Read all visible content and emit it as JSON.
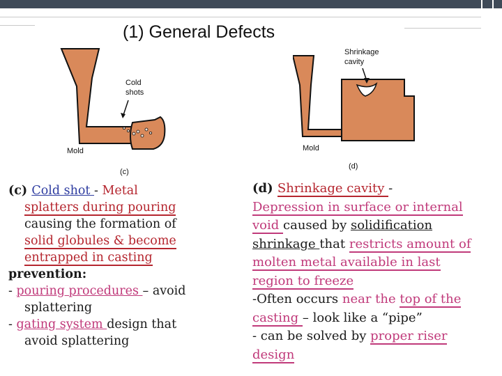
{
  "slide": {
    "title": "(1) General Defects"
  },
  "figure_c": {
    "cold_shots_label_1": "Cold",
    "cold_shots_label_2": "shots",
    "mold_label": "Mold",
    "caption": "(c)"
  },
  "figure_d": {
    "shrinkage_label_1": "Shrinkage",
    "shrinkage_label_2": "cavity",
    "mold_label": "Mold",
    "caption": "(d)"
  },
  "left_text": {
    "prefix": "(c) ",
    "term": "Cold shot ",
    "dash": "- ",
    "line1_rest": "Metal",
    "line2": "splatters during pouring",
    "line3": "causing the formation of",
    "line4": "solid globules & become",
    "line5": "entrapped in casting ",
    "prevention": "prevention:",
    "item1_dash": "- ",
    "item1_a": "pouring procedures ",
    "item1_b": "– avoid",
    "item1_c": "splattering",
    "item2_dash": "- ",
    "item2_a": "gating system ",
    "item2_b": "design that",
    "item2_c": "avoid splattering"
  },
  "right_text": {
    "prefix": "(d) ",
    "term": "Shrinkage cavity ",
    "dash": "-",
    "l1": "Depression in surface or internal",
    "l2_a": "void ",
    "l2_b": "caused by ",
    "l2_c": "solidification",
    "l3_a": "shrinkage ",
    "l3_b": "that ",
    "l3_c": "restricts amount of",
    "l4": "molten metal available in last",
    "l5": "region to freeze ",
    "l6_a": "-Often occurs ",
    "l6_b": "near the ",
    "l6_c": "top of the",
    "l7_a": "casting ",
    "l7_b": "– look like a “pipe”",
    "l8_a": "- can be solved by ",
    "l8_b": "proper riser",
    "l9": "design"
  },
  "colors": {
    "mold_fill": "#d9895a",
    "mold_stroke": "#111111",
    "header_bar": "#3f4a58",
    "accent_red": "#b5252e",
    "accent_pink": "#c0397a",
    "accent_navy": "#2e3ca0"
  }
}
